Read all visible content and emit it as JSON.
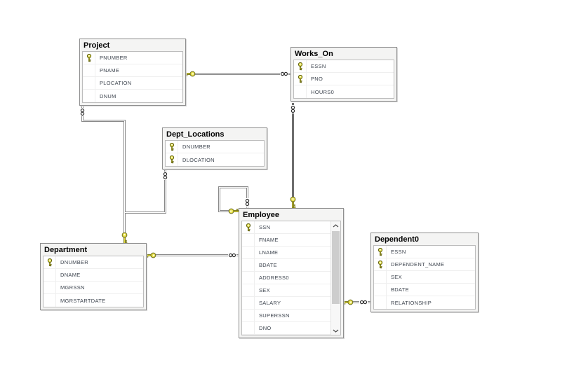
{
  "diagram": {
    "kind": "database-er-diagram",
    "tables": [
      {
        "name": "Project",
        "columns": [
          {
            "name": "PNUMBER",
            "key": true
          },
          {
            "name": "PNAME",
            "key": false
          },
          {
            "name": "PLOCATION",
            "key": false
          },
          {
            "name": "DNUM",
            "key": false
          }
        ]
      },
      {
        "name": "Works_On",
        "columns": [
          {
            "name": "ESSN",
            "key": true
          },
          {
            "name": "PNO",
            "key": true
          },
          {
            "name": "HOURS0",
            "key": false
          }
        ]
      },
      {
        "name": "Dept_Locations",
        "columns": [
          {
            "name": "DNUMBER",
            "key": true
          },
          {
            "name": "DLOCATION",
            "key": true
          }
        ]
      },
      {
        "name": "Employee",
        "scrollable": true,
        "columns": [
          {
            "name": "SSN",
            "key": true
          },
          {
            "name": "FNAME",
            "key": false
          },
          {
            "name": "LNAME",
            "key": false
          },
          {
            "name": "BDATE",
            "key": false
          },
          {
            "name": "ADDRESS0",
            "key": false
          },
          {
            "name": "SEX",
            "key": false
          },
          {
            "name": "SALARY",
            "key": false
          },
          {
            "name": "SUPERSSN",
            "key": false
          },
          {
            "name": "DNO",
            "key": false
          }
        ]
      },
      {
        "name": "Department",
        "columns": [
          {
            "name": "DNUMBER",
            "key": true
          },
          {
            "name": "DNAME",
            "key": false
          },
          {
            "name": "MGRSSN",
            "key": false
          },
          {
            "name": "MGRSTARTDATE",
            "key": false
          }
        ]
      },
      {
        "name": "Dependent0",
        "columns": [
          {
            "name": "ESSN",
            "key": true
          },
          {
            "name": "DEPENDENT_NAME",
            "key": true
          },
          {
            "name": "SEX",
            "key": false
          },
          {
            "name": "BDATE",
            "key": false
          },
          {
            "name": "RELATIONSHIP",
            "key": false
          }
        ]
      }
    ],
    "relationships": [
      {
        "from_table": "Project",
        "from_end": "key",
        "to_table": "Works_On",
        "to_end": "infinity"
      },
      {
        "from_table": "Employee",
        "from_end": "key",
        "to_table": "Works_On",
        "to_end": "infinity"
      },
      {
        "from_table": "Department",
        "from_end": "key",
        "to_table": "Project",
        "to_end": "infinity"
      },
      {
        "from_table": "Department",
        "from_end": "key",
        "to_table": "Dept_Locations",
        "to_end": "infinity"
      },
      {
        "from_table": "Employee",
        "from_end": "key",
        "to_table": "Employee",
        "to_end": "infinity"
      },
      {
        "from_table": "Department",
        "from_end": "key",
        "to_table": "Employee",
        "to_end": "infinity"
      },
      {
        "from_table": "Employee",
        "from_end": "key",
        "to_table": "Dependent0",
        "to_end": "infinity"
      }
    ],
    "icons": {
      "primary_key": "key-icon",
      "one_side": "key-symbol",
      "many_side": "infinity-symbol",
      "scroll_up": "chevron-up",
      "scroll_down": "chevron-down"
    },
    "colors": {
      "key_icon": "#e6e14e",
      "relationship_line": "#8a8a8a",
      "table_border": "#8f8f8f",
      "table_header_bg": "#f4f4f3",
      "row_text": "#3f4650",
      "background": "#ffffff"
    }
  }
}
